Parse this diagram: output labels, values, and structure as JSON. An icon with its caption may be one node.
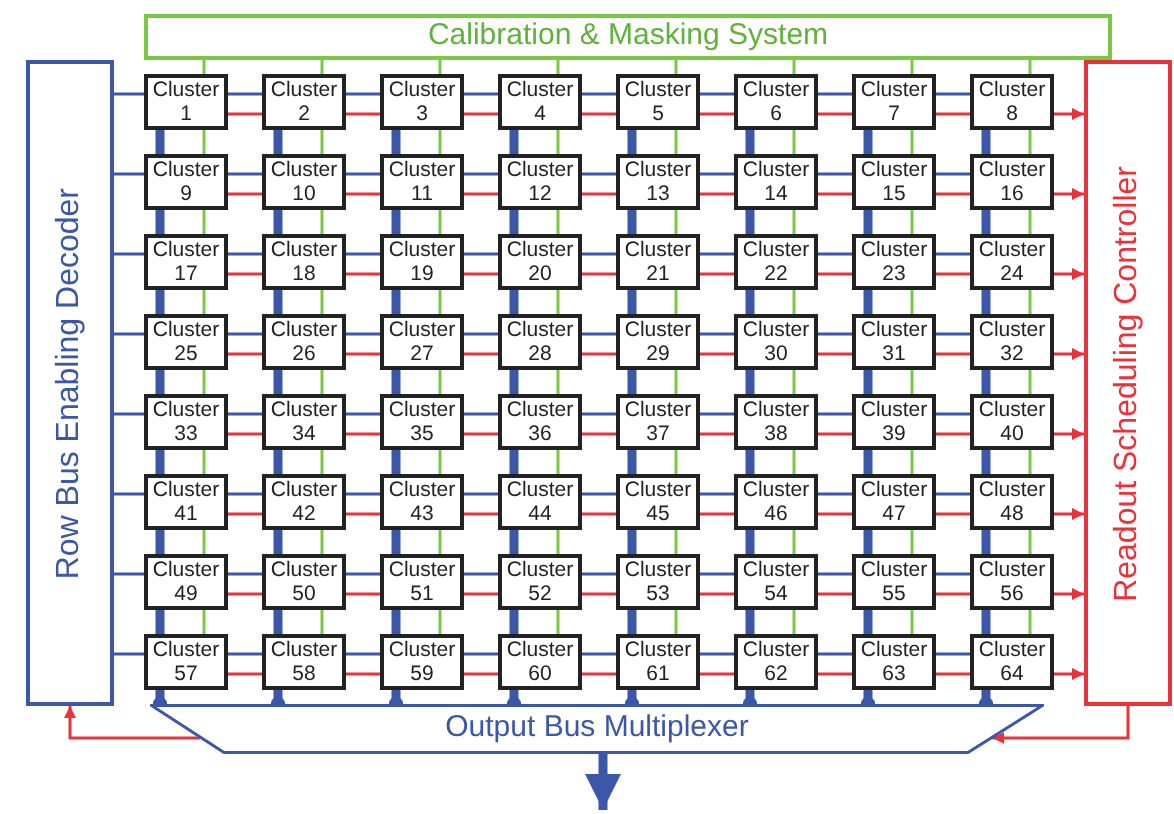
{
  "diagram": {
    "nodes": [
      {
        "text": [
          "Calibration & Masking System"
        ]
      },
      {
        "text": [
          "Row Bus Enabling Decoder"
        ]
      },
      {
        "text": [
          "Readout Scheduling Controller"
        ]
      },
      {
        "text": [
          "Output Bus Multiplexer"
        ]
      },
      {
        "text": [
          "Cluster 1"
        ]
      },
      {
        "text": [
          "Cluster 2"
        ]
      },
      {
        "text": [
          "Cluster 3"
        ]
      },
      {
        "text": [
          "Cluster 4"
        ]
      },
      {
        "text": [
          "Cluster 5"
        ]
      },
      {
        "text": [
          "Cluster 6"
        ]
      },
      {
        "text": [
          "Cluster 7"
        ]
      },
      {
        "text": [
          "Cluster 8"
        ]
      },
      {
        "text": [
          "Cluster 9"
        ]
      },
      {
        "text": [
          "Cluster 10"
        ]
      },
      {
        "text": [
          "Cluster 11"
        ]
      },
      {
        "text": [
          "Cluster 12"
        ]
      },
      {
        "text": [
          "Cluster 13"
        ]
      },
      {
        "text": [
          "Cluster 14"
        ]
      },
      {
        "text": [
          "Cluster 15"
        ]
      },
      {
        "text": [
          "Cluster 16"
        ]
      },
      {
        "text": [
          "Cluster 17"
        ]
      },
      {
        "text": [
          "Cluster 18"
        ]
      },
      {
        "text": [
          "Cluster 19"
        ]
      },
      {
        "text": [
          "Cluster 20"
        ]
      },
      {
        "text": [
          "Cluster 21"
        ]
      },
      {
        "text": [
          "Cluster 22"
        ]
      },
      {
        "text": [
          "Cluster 23"
        ]
      },
      {
        "text": [
          "Cluster 24"
        ]
      },
      {
        "text": [
          "Cluster 25"
        ]
      },
      {
        "text": [
          "Cluster 26"
        ]
      },
      {
        "text": [
          "Cluster 27"
        ]
      },
      {
        "text": [
          "Cluster 28"
        ]
      },
      {
        "text": [
          "Cluster 29"
        ]
      },
      {
        "text": [
          "Cluster 30"
        ]
      },
      {
        "text": [
          "Cluster 31"
        ]
      },
      {
        "text": [
          "Cluster 32"
        ]
      },
      {
        "text": [
          "Cluster 33"
        ]
      },
      {
        "text": [
          "Cluster 34"
        ]
      },
      {
        "text": [
          "Cluster 35"
        ]
      },
      {
        "text": [
          "Cluster 36"
        ]
      },
      {
        "text": [
          "Cluster 37"
        ]
      },
      {
        "text": [
          "Cluster 38"
        ]
      },
      {
        "text": [
          "Cluster 39"
        ]
      },
      {
        "text": [
          "Cluster 40"
        ]
      },
      {
        "text": [
          "Cluster 41"
        ]
      },
      {
        "text": [
          "Cluster 42"
        ]
      },
      {
        "text": [
          "Cluster 43"
        ]
      },
      {
        "text": [
          "Cluster 44"
        ]
      },
      {
        "text": [
          "Cluster 45"
        ]
      },
      {
        "text": [
          "Cluster 46"
        ]
      },
      {
        "text": [
          "Cluster 47"
        ]
      },
      {
        "text": [
          "Cluster 48"
        ]
      },
      {
        "text": [
          "Cluster 49"
        ]
      },
      {
        "text": [
          "Cluster 50"
        ]
      },
      {
        "text": [
          "Cluster 51"
        ]
      },
      {
        "text": [
          "Cluster 52"
        ]
      },
      {
        "text": [
          "Cluster 53"
        ]
      },
      {
        "text": [
          "Cluster 54"
        ]
      },
      {
        "text": [
          "Cluster 55"
        ]
      },
      {
        "text": [
          "Cluster 56"
        ]
      },
      {
        "text": [
          "Cluster 57"
        ]
      },
      {
        "text": [
          "Cluster 58"
        ]
      },
      {
        "text": [
          "Cluster 59"
        ]
      },
      {
        "text": [
          "Cluster 60"
        ]
      },
      {
        "text": [
          "Cluster 61"
        ]
      },
      {
        "text": [
          "Cluster 62"
        ]
      },
      {
        "text": [
          "Cluster 63"
        ]
      },
      {
        "text": [
          "Cluster 64"
        ]
      }
    ],
    "edges": [
      {
        "from": 1,
        "to": 4,
        "arrow": "none",
        "color": "#3a57a8"
      },
      {
        "from": 4,
        "to": 5,
        "arrow": "none",
        "color": "#3a57a8"
      },
      {
        "from": 5,
        "to": 6,
        "arrow": "none",
        "color": "#3a57a8"
      },
      {
        "from": 6,
        "to": 7,
        "arrow": "none",
        "color": "#3a57a8"
      },
      {
        "from": 7,
        "to": 8,
        "arrow": "none",
        "color": "#3a57a8"
      },
      {
        "from": 8,
        "to": 9,
        "arrow": "none",
        "color": "#3a57a8"
      },
      {
        "from": 9,
        "to": 10,
        "arrow": "none",
        "color": "#3a57a8"
      },
      {
        "from": 10,
        "to": 11,
        "arrow": "none",
        "color": "#3a57a8"
      },
      {
        "from": 4,
        "to": 5,
        "arrow": "none",
        "color": "#e8333b"
      },
      {
        "from": 5,
        "to": 6,
        "arrow": "none",
        "color": "#e8333b"
      },
      {
        "from": 6,
        "to": 7,
        "arrow": "none",
        "color": "#e8333b"
      },
      {
        "from": 7,
        "to": 8,
        "arrow": "none",
        "color": "#e8333b"
      },
      {
        "from": 8,
        "to": 9,
        "arrow": "none",
        "color": "#e8333b"
      },
      {
        "from": 9,
        "to": 10,
        "arrow": "none",
        "color": "#e8333b"
      },
      {
        "from": 10,
        "to": 11,
        "arrow": "none",
        "color": "#e8333b"
      },
      {
        "from": 11,
        "to": 2,
        "arrow": "to",
        "color": "#e8333b"
      },
      {
        "from": 1,
        "to": 12,
        "arrow": "none",
        "color": "#3a57a8"
      },
      {
        "from": 12,
        "to": 13,
        "arrow": "none",
        "color": "#3a57a8"
      },
      {
        "from": 13,
        "to": 14,
        "arrow": "none",
        "color": "#3a57a8"
      },
      {
        "from": 14,
        "to": 15,
        "arrow": "none",
        "color": "#3a57a8"
      },
      {
        "from": 15,
        "to": 16,
        "arrow": "none",
        "color": "#3a57a8"
      },
      {
        "from": 16,
        "to": 17,
        "arrow": "none",
        "color": "#3a57a8"
      },
      {
        "from": 17,
        "to": 18,
        "arrow": "none",
        "color": "#3a57a8"
      },
      {
        "from": 18,
        "to": 19,
        "arrow": "none",
        "color": "#3a57a8"
      },
      {
        "from": 12,
        "to": 13,
        "arrow": "none",
        "color": "#e8333b"
      },
      {
        "from": 13,
        "to": 14,
        "arrow": "none",
        "color": "#e8333b"
      },
      {
        "from": 14,
        "to": 15,
        "arrow": "none",
        "color": "#e8333b"
      },
      {
        "from": 15,
        "to": 16,
        "arrow": "none",
        "color": "#e8333b"
      },
      {
        "from": 16,
        "to": 17,
        "arrow": "none",
        "color": "#e8333b"
      },
      {
        "from": 17,
        "to": 18,
        "arrow": "none",
        "color": "#e8333b"
      },
      {
        "from": 18,
        "to": 19,
        "arrow": "none",
        "color": "#e8333b"
      },
      {
        "from": 19,
        "to": 2,
        "arrow": "to",
        "color": "#e8333b"
      },
      {
        "from": 1,
        "to": 20,
        "arrow": "none",
        "color": "#3a57a8"
      },
      {
        "from": 20,
        "to": 21,
        "arrow": "none",
        "color": "#3a57a8"
      },
      {
        "from": 21,
        "to": 22,
        "arrow": "none",
        "color": "#3a57a8"
      },
      {
        "from": 22,
        "to": 23,
        "arrow": "none",
        "color": "#3a57a8"
      },
      {
        "from": 23,
        "to": 24,
        "arrow": "none",
        "color": "#3a57a8"
      },
      {
        "from": 24,
        "to": 25,
        "arrow": "none",
        "color": "#3a57a8"
      },
      {
        "from": 25,
        "to": 26,
        "arrow": "none",
        "color": "#3a57a8"
      },
      {
        "from": 26,
        "to": 27,
        "arrow": "none",
        "color": "#3a57a8"
      },
      {
        "from": 20,
        "to": 21,
        "arrow": "none",
        "color": "#e8333b"
      },
      {
        "from": 21,
        "to": 22,
        "arrow": "none",
        "color": "#e8333b"
      },
      {
        "from": 22,
        "to": 23,
        "arrow": "none",
        "color": "#e8333b"
      },
      {
        "from": 23,
        "to": 24,
        "arrow": "none",
        "color": "#e8333b"
      },
      {
        "from": 24,
        "to": 25,
        "arrow": "none",
        "color": "#e8333b"
      },
      {
        "from": 25,
        "to": 26,
        "arrow": "none",
        "color": "#e8333b"
      },
      {
        "from": 26,
        "to": 27,
        "arrow": "none",
        "color": "#e8333b"
      },
      {
        "from": 27,
        "to": 2,
        "arrow": "to",
        "color": "#e8333b"
      },
      {
        "from": 1,
        "to": 28,
        "arrow": "none",
        "color": "#3a57a8"
      },
      {
        "from": 28,
        "to": 29,
        "arrow": "none",
        "color": "#3a57a8"
      },
      {
        "from": 29,
        "to": 30,
        "arrow": "none",
        "color": "#3a57a8"
      },
      {
        "from": 30,
        "to": 31,
        "arrow": "none",
        "color": "#3a57a8"
      },
      {
        "from": 31,
        "to": 32,
        "arrow": "none",
        "color": "#3a57a8"
      },
      {
        "from": 32,
        "to": 33,
        "arrow": "none",
        "color": "#3a57a8"
      },
      {
        "from": 33,
        "to": 34,
        "arrow": "none",
        "color": "#3a57a8"
      },
      {
        "from": 34,
        "to": 35,
        "arrow": "none",
        "color": "#3a57a8"
      },
      {
        "from": 28,
        "to": 29,
        "arrow": "none",
        "color": "#e8333b"
      },
      {
        "from": 29,
        "to": 30,
        "arrow": "none",
        "color": "#e8333b"
      },
      {
        "from": 30,
        "to": 31,
        "arrow": "none",
        "color": "#e8333b"
      },
      {
        "from": 31,
        "to": 32,
        "arrow": "none",
        "color": "#e8333b"
      },
      {
        "from": 32,
        "to": 33,
        "arrow": "none",
        "color": "#e8333b"
      },
      {
        "from": 33,
        "to": 34,
        "arrow": "none",
        "color": "#e8333b"
      },
      {
        "from": 34,
        "to": 35,
        "arrow": "none",
        "color": "#e8333b"
      },
      {
        "from": 35,
        "to": 2,
        "arrow": "to",
        "color": "#e8333b"
      },
      {
        "from": 1,
        "to": 36,
        "arrow": "none",
        "color": "#3a57a8"
      },
      {
        "from": 36,
        "to": 37,
        "arrow": "none",
        "color": "#3a57a8"
      },
      {
        "from": 37,
        "to": 38,
        "arrow": "none",
        "color": "#3a57a8"
      },
      {
        "from": 38,
        "to": 39,
        "arrow": "none",
        "color": "#3a57a8"
      },
      {
        "from": 39,
        "to": 40,
        "arrow": "none",
        "color": "#3a57a8"
      },
      {
        "from": 40,
        "to": 41,
        "arrow": "none",
        "color": "#3a57a8"
      },
      {
        "from": 41,
        "to": 42,
        "arrow": "none",
        "color": "#3a57a8"
      },
      {
        "from": 42,
        "to": 43,
        "arrow": "none",
        "color": "#3a57a8"
      },
      {
        "from": 36,
        "to": 37,
        "arrow": "none",
        "color": "#e8333b"
      },
      {
        "from": 37,
        "to": 38,
        "arrow": "none",
        "color": "#e8333b"
      },
      {
        "from": 38,
        "to": 39,
        "arrow": "none",
        "color": "#e8333b"
      },
      {
        "from": 39,
        "to": 40,
        "arrow": "none",
        "color": "#e8333b"
      },
      {
        "from": 40,
        "to": 41,
        "arrow": "none",
        "color": "#e8333b"
      },
      {
        "from": 41,
        "to": 42,
        "arrow": "none",
        "color": "#e8333b"
      },
      {
        "from": 42,
        "to": 43,
        "arrow": "none",
        "color": "#e8333b"
      },
      {
        "from": 43,
        "to": 2,
        "arrow": "to",
        "color": "#e8333b"
      },
      {
        "from": 1,
        "to": 44,
        "arrow": "none",
        "color": "#3a57a8"
      },
      {
        "from": 44,
        "to": 45,
        "arrow": "none",
        "color": "#3a57a8"
      },
      {
        "from": 45,
        "to": 46,
        "arrow": "none",
        "color": "#3a57a8"
      },
      {
        "from": 46,
        "to": 47,
        "arrow": "none",
        "color": "#3a57a8"
      },
      {
        "from": 47,
        "to": 48,
        "arrow": "none",
        "color": "#3a57a8"
      },
      {
        "from": 48,
        "to": 49,
        "arrow": "none",
        "color": "#3a57a8"
      },
      {
        "from": 49,
        "to": 50,
        "arrow": "none",
        "color": "#3a57a8"
      },
      {
        "from": 50,
        "to": 51,
        "arrow": "none",
        "color": "#3a57a8"
      },
      {
        "from": 44,
        "to": 45,
        "arrow": "none",
        "color": "#e8333b"
      },
      {
        "from": 45,
        "to": 46,
        "arrow": "none",
        "color": "#e8333b"
      },
      {
        "from": 46,
        "to": 47,
        "arrow": "none",
        "color": "#e8333b"
      },
      {
        "from": 47,
        "to": 48,
        "arrow": "none",
        "color": "#e8333b"
      },
      {
        "from": 48,
        "to": 49,
        "arrow": "none",
        "color": "#e8333b"
      },
      {
        "from": 49,
        "to": 50,
        "arrow": "none",
        "color": "#e8333b"
      },
      {
        "from": 50,
        "to": 51,
        "arrow": "none",
        "color": "#e8333b"
      },
      {
        "from": 51,
        "to": 2,
        "arrow": "to",
        "color": "#e8333b"
      },
      {
        "from": 1,
        "to": 52,
        "arrow": "none",
        "color": "#3a57a8"
      },
      {
        "from": 52,
        "to": 53,
        "arrow": "none",
        "color": "#3a57a8"
      },
      {
        "from": 53,
        "to": 54,
        "arrow": "none",
        "color": "#3a57a8"
      },
      {
        "from": 54,
        "to": 55,
        "arrow": "none",
        "color": "#3a57a8"
      },
      {
        "from": 55,
        "to": 56,
        "arrow": "none",
        "color": "#3a57a8"
      },
      {
        "from": 56,
        "to": 57,
        "arrow": "none",
        "color": "#3a57a8"
      },
      {
        "from": 57,
        "to": 58,
        "arrow": "none",
        "color": "#3a57a8"
      },
      {
        "from": 58,
        "to": 59,
        "arrow": "none",
        "color": "#3a57a8"
      },
      {
        "from": 52,
        "to": 53,
        "arrow": "none",
        "color": "#e8333b"
      },
      {
        "from": 53,
        "to": 54,
        "arrow": "none",
        "color": "#e8333b"
      },
      {
        "from": 54,
        "to": 55,
        "arrow": "none",
        "color": "#e8333b"
      },
      {
        "from": 55,
        "to": 56,
        "arrow": "none",
        "color": "#e8333b"
      },
      {
        "from": 56,
        "to": 57,
        "arrow": "none",
        "color": "#e8333b"
      },
      {
        "from": 57,
        "to": 58,
        "arrow": "none",
        "color": "#e8333b"
      },
      {
        "from": 58,
        "to": 59,
        "arrow": "none",
        "color": "#e8333b"
      },
      {
        "from": 59,
        "to": 2,
        "arrow": "to",
        "color": "#e8333b"
      },
      {
        "from": 1,
        "to": 60,
        "arrow": "none",
        "color": "#3a57a8"
      },
      {
        "from": 60,
        "to": 61,
        "arrow": "none",
        "color": "#3a57a8"
      },
      {
        "from": 61,
        "to": 62,
        "arrow": "none",
        "color": "#3a57a8"
      },
      {
        "from": 62,
        "to": 63,
        "arrow": "none",
        "color": "#3a57a8"
      },
      {
        "from": 63,
        "to": 64,
        "arrow": "none",
        "color": "#3a57a8"
      },
      {
        "from": 64,
        "to": 65,
        "arrow": "none",
        "color": "#3a57a8"
      },
      {
        "from": 65,
        "to": 66,
        "arrow": "none",
        "color": "#3a57a8"
      },
      {
        "from": 66,
        "to": 67,
        "arrow": "none",
        "color": "#3a57a8"
      },
      {
        "from": 60,
        "to": 61,
        "arrow": "none",
        "color": "#e8333b"
      },
      {
        "from": 61,
        "to": 62,
        "arrow": "none",
        "color": "#e8333b"
      },
      {
        "from": 62,
        "to": 63,
        "arrow": "none",
        "color": "#e8333b"
      },
      {
        "from": 63,
        "to": 64,
        "arrow": "none",
        "color": "#e8333b"
      },
      {
        "from": 64,
        "to": 65,
        "arrow": "none",
        "color": "#e8333b"
      },
      {
        "from": 65,
        "to": 66,
        "arrow": "none",
        "color": "#e8333b"
      },
      {
        "from": 66,
        "to": 67,
        "arrow": "none",
        "color": "#e8333b"
      },
      {
        "from": 67,
        "to": 2,
        "arrow": "to",
        "color": "#e8333b"
      },
      {
        "from": 0,
        "to": 4,
        "arrow": "none",
        "color": "#7ac943"
      },
      {
        "from": 4,
        "to": 12,
        "arrow": "none",
        "color": "#7ac943"
      },
      {
        "from": 12,
        "to": 20,
        "arrow": "none",
        "color": "#7ac943"
      },
      {
        "from": 20,
        "to": 28,
        "arrow": "none",
        "color": "#7ac943"
      },
      {
        "from": 28,
        "to": 36,
        "arrow": "none",
        "color": "#7ac943"
      },
      {
        "from": 36,
        "to": 44,
        "arrow": "none",
        "color": "#7ac943"
      },
      {
        "from": 44,
        "to": 52,
        "arrow": "none",
        "color": "#7ac943"
      },
      {
        "from": 52,
        "to": 60,
        "arrow": "none",
        "color": "#7ac943"
      },
      {
        "from": 4,
        "to": 12,
        "arrow": "none",
        "style": "thick",
        "color": "#3a57a8"
      },
      {
        "from": 12,
        "to": 20,
        "arrow": "none",
        "style": "thick",
        "color": "#3a57a8"
      },
      {
        "from": 20,
        "to": 28,
        "arrow": "none",
        "style": "thick",
        "color": "#3a57a8"
      },
      {
        "from": 28,
        "to": 36,
        "arrow": "none",
        "style": "thick",
        "color": "#3a57a8"
      },
      {
        "from": 36,
        "to": 44,
        "arrow": "none",
        "style": "thick",
        "color": "#3a57a8"
      },
      {
        "from": 44,
        "to": 52,
        "arrow": "none",
        "style": "thick",
        "color": "#3a57a8"
      },
      {
        "from": 52,
        "to": 60,
        "arrow": "none",
        "style": "thick",
        "color": "#3a57a8"
      },
      {
        "from": 60,
        "to": 3,
        "arrow": "other",
        "style": "thick",
        "color": "#3a57a8"
      },
      {
        "from": 0,
        "to": 5,
        "arrow": "none",
        "color": "#7ac943"
      },
      {
        "from": 5,
        "to": 13,
        "arrow": "none",
        "color": "#7ac943"
      },
      {
        "from": 13,
        "to": 21,
        "arrow": "none",
        "color": "#7ac943"
      },
      {
        "from": 21,
        "to": 29,
        "arrow": "none",
        "color": "#7ac943"
      },
      {
        "from": 29,
        "to": 37,
        "arrow": "none",
        "color": "#7ac943"
      },
      {
        "from": 37,
        "to": 45,
        "arrow": "none",
        "color": "#7ac943"
      },
      {
        "from": 45,
        "to": 53,
        "arrow": "none",
        "color": "#7ac943"
      },
      {
        "from": 53,
        "to": 61,
        "arrow": "none",
        "color": "#7ac943"
      },
      {
        "from": 5,
        "to": 13,
        "arrow": "none",
        "style": "thick",
        "color": "#3a57a8"
      },
      {
        "from": 13,
        "to": 21,
        "arrow": "none",
        "style": "thick",
        "color": "#3a57a8"
      },
      {
        "from": 21,
        "to": 29,
        "arrow": "none",
        "style": "thick",
        "color": "#3a57a8"
      },
      {
        "from": 29,
        "to": 37,
        "arrow": "none",
        "style": "thick",
        "color": "#3a57a8"
      },
      {
        "from": 37,
        "to": 45,
        "arrow": "none",
        "style": "thick",
        "color": "#3a57a8"
      },
      {
        "from": 45,
        "to": 53,
        "arrow": "none",
        "style": "thick",
        "color": "#3a57a8"
      },
      {
        "from": 53,
        "to": 61,
        "arrow": "none",
        "style": "thick",
        "color": "#3a57a8"
      },
      {
        "from": 61,
        "to": 3,
        "arrow": "other",
        "style": "thick",
        "color": "#3a57a8"
      },
      {
        "from": 0,
        "to": 6,
        "arrow": "none",
        "color": "#7ac943"
      },
      {
        "from": 6,
        "to": 14,
        "arrow": "none",
        "color": "#7ac943"
      },
      {
        "from": 14,
        "to": 22,
        "arrow": "none",
        "color": "#7ac943"
      },
      {
        "from": 22,
        "to": 30,
        "arrow": "none",
        "color": "#7ac943"
      },
      {
        "from": 30,
        "to": 38,
        "arrow": "none",
        "color": "#7ac943"
      },
      {
        "from": 38,
        "to": 46,
        "arrow": "none",
        "color": "#7ac943"
      },
      {
        "from": 46,
        "to": 54,
        "arrow": "none",
        "color": "#7ac943"
      },
      {
        "from": 54,
        "to": 62,
        "arrow": "none",
        "color": "#7ac943"
      },
      {
        "from": 6,
        "to": 14,
        "arrow": "none",
        "style": "thick",
        "color": "#3a57a8"
      },
      {
        "from": 14,
        "to": 22,
        "arrow": "none",
        "style": "thick",
        "color": "#3a57a8"
      },
      {
        "from": 22,
        "to": 30,
        "arrow": "none",
        "style": "thick",
        "color": "#3a57a8"
      },
      {
        "from": 30,
        "to": 38,
        "arrow": "none",
        "style": "thick",
        "color": "#3a57a8"
      },
      {
        "from": 38,
        "to": 46,
        "arrow": "none",
        "style": "thick",
        "color": "#3a57a8"
      },
      {
        "from": 46,
        "to": 54,
        "arrow": "none",
        "style": "thick",
        "color": "#3a57a8"
      },
      {
        "from": 54,
        "to": 62,
        "arrow": "none",
        "style": "thick",
        "color": "#3a57a8"
      },
      {
        "from": 62,
        "to": 3,
        "arrow": "other",
        "style": "thick",
        "color": "#3a57a8"
      },
      {
        "from": 0,
        "to": 7,
        "arrow": "none",
        "color": "#7ac943"
      },
      {
        "from": 7,
        "to": 15,
        "arrow": "none",
        "color": "#7ac943"
      },
      {
        "from": 15,
        "to": 23,
        "arrow": "none",
        "color": "#7ac943"
      },
      {
        "from": 23,
        "to": 31,
        "arrow": "none",
        "color": "#7ac943"
      },
      {
        "from": 31,
        "to": 39,
        "arrow": "none",
        "color": "#7ac943"
      },
      {
        "from": 39,
        "to": 47,
        "arrow": "none",
        "color": "#7ac943"
      },
      {
        "from": 47,
        "to": 55,
        "arrow": "none",
        "color": "#7ac943"
      },
      {
        "from": 55,
        "to": 63,
        "arrow": "none",
        "color": "#7ac943"
      },
      {
        "from": 7,
        "to": 15,
        "arrow": "none",
        "style": "thick",
        "color": "#3a57a8"
      },
      {
        "from": 15,
        "to": 23,
        "arrow": "none",
        "style": "thick",
        "color": "#3a57a8"
      },
      {
        "from": 23,
        "to": 31,
        "arrow": "none",
        "style": "thick",
        "color": "#3a57a8"
      },
      {
        "from": 31,
        "to": 39,
        "arrow": "none",
        "style": "thick",
        "color": "#3a57a8"
      },
      {
        "from": 39,
        "to": 47,
        "arrow": "none",
        "style": "thick",
        "color": "#3a57a8"
      },
      {
        "from": 47,
        "to": 55,
        "arrow": "none",
        "style": "thick",
        "color": "#3a57a8"
      },
      {
        "from": 55,
        "to": 63,
        "arrow": "none",
        "style": "thick",
        "color": "#3a57a8"
      },
      {
        "from": 63,
        "to": 3,
        "arrow": "other",
        "style": "thick",
        "color": "#3a57a8"
      },
      {
        "from": 0,
        "to": 8,
        "arrow": "none",
        "color": "#7ac943"
      },
      {
        "from": 8,
        "to": 16,
        "arrow": "none",
        "color": "#7ac943"
      },
      {
        "from": 16,
        "to": 24,
        "arrow": "none",
        "color": "#7ac943"
      },
      {
        "from": 24,
        "to": 32,
        "arrow": "none",
        "color": "#7ac943"
      },
      {
        "from": 32,
        "to": 40,
        "arrow": "none",
        "color": "#7ac943"
      },
      {
        "from": 40,
        "to": 48,
        "arrow": "none",
        "color": "#7ac943"
      },
      {
        "from": 48,
        "to": 56,
        "arrow": "none",
        "color": "#7ac943"
      },
      {
        "from": 56,
        "to": 64,
        "arrow": "none",
        "color": "#7ac943"
      },
      {
        "from": 8,
        "to": 16,
        "arrow": "none",
        "style": "thick",
        "color": "#3a57a8"
      },
      {
        "from": 16,
        "to": 24,
        "arrow": "none",
        "style": "thick",
        "color": "#3a57a8"
      },
      {
        "from": 24,
        "to": 32,
        "arrow": "none",
        "style": "thick",
        "color": "#3a57a8"
      },
      {
        "from": 32,
        "to": 40,
        "arrow": "none",
        "style": "thick",
        "color": "#3a57a8"
      },
      {
        "from": 40,
        "to": 48,
        "arrow": "none",
        "style": "thick",
        "color": "#3a57a8"
      },
      {
        "from": 48,
        "to": 56,
        "arrow": "none",
        "style": "thick",
        "color": "#3a57a8"
      },
      {
        "from": 56,
        "to": 64,
        "arrow": "none",
        "style": "thick",
        "color": "#3a57a8"
      },
      {
        "from": 64,
        "to": 3,
        "arrow": "other",
        "style": "thick",
        "color": "#3a57a8"
      },
      {
        "from": 0,
        "to": 9,
        "arrow": "none",
        "color": "#7ac943"
      },
      {
        "from": 9,
        "to": 17,
        "arrow": "none",
        "color": "#7ac943"
      },
      {
        "from": 17,
        "to": 25,
        "arrow": "none",
        "color": "#7ac943"
      },
      {
        "from": 25,
        "to": 33,
        "arrow": "none",
        "color": "#7ac943"
      },
      {
        "from": 33,
        "to": 41,
        "arrow": "none",
        "color": "#7ac943"
      },
      {
        "from": 41,
        "to": 49,
        "arrow": "none",
        "color": "#7ac943"
      },
      {
        "from": 49,
        "to": 57,
        "arrow": "none",
        "color": "#7ac943"
      },
      {
        "from": 57,
        "to": 65,
        "arrow": "none",
        "color": "#7ac943"
      },
      {
        "from": 9,
        "to": 17,
        "arrow": "none",
        "style": "thick",
        "color": "#3a57a8"
      },
      {
        "from": 17,
        "to": 25,
        "arrow": "none",
        "style": "thick",
        "color": "#3a57a8"
      },
      {
        "from": 25,
        "to": 33,
        "arrow": "none",
        "style": "thick",
        "color": "#3a57a8"
      },
      {
        "from": 33,
        "to": 41,
        "arrow": "none",
        "style": "thick",
        "color": "#3a57a8"
      },
      {
        "from": 41,
        "to": 49,
        "arrow": "none",
        "style": "thick",
        "color": "#3a57a8"
      },
      {
        "from": 49,
        "to": 57,
        "arrow": "none",
        "style": "thick",
        "color": "#3a57a8"
      },
      {
        "from": 57,
        "to": 65,
        "arrow": "none",
        "style": "thick",
        "color": "#3a57a8"
      },
      {
        "from": 65,
        "to": 3,
        "arrow": "other",
        "style": "thick",
        "color": "#3a57a8"
      },
      {
        "from": 0,
        "to": 10,
        "arrow": "none",
        "color": "#7ac943"
      },
      {
        "from": 10,
        "to": 18,
        "arrow": "none",
        "color": "#7ac943"
      },
      {
        "from": 18,
        "to": 26,
        "arrow": "none",
        "color": "#7ac943"
      },
      {
        "from": 26,
        "to": 34,
        "arrow": "none",
        "color": "#7ac943"
      },
      {
        "from": 34,
        "to": 42,
        "arrow": "none",
        "color": "#7ac943"
      },
      {
        "from": 42,
        "to": 50,
        "arrow": "none",
        "color": "#7ac943"
      },
      {
        "from": 50,
        "to": 58,
        "arrow": "none",
        "color": "#7ac943"
      },
      {
        "from": 58,
        "to": 66,
        "arrow": "none",
        "color": "#7ac943"
      },
      {
        "from": 10,
        "to": 18,
        "arrow": "none",
        "style": "thick",
        "color": "#3a57a8"
      },
      {
        "from": 18,
        "to": 26,
        "arrow": "none",
        "style": "thick",
        "color": "#3a57a8"
      },
      {
        "from": 26,
        "to": 34,
        "arrow": "none",
        "style": "thick",
        "color": "#3a57a8"
      },
      {
        "from": 34,
        "to": 42,
        "arrow": "none",
        "style": "thick",
        "color": "#3a57a8"
      },
      {
        "from": 42,
        "to": 50,
        "arrow": "none",
        "style": "thick",
        "color": "#3a57a8"
      },
      {
        "from": 50,
        "to": 58,
        "arrow": "none",
        "style": "thick",
        "color": "#3a57a8"
      },
      {
        "from": 58,
        "to": 66,
        "arrow": "none",
        "style": "thick",
        "color": "#3a57a8"
      },
      {
        "from": 66,
        "to": 3,
        "arrow": "other",
        "style": "thick",
        "color": "#3a57a8"
      },
      {
        "from": 0,
        "to": 11,
        "arrow": "none",
        "color": "#7ac943"
      },
      {
        "from": 11,
        "to": 19,
        "arrow": "none",
        "color": "#7ac943"
      },
      {
        "from": 19,
        "to": 27,
        "arrow": "none",
        "color": "#7ac943"
      },
      {
        "from": 27,
        "to": 35,
        "arrow": "none",
        "color": "#7ac943"
      },
      {
        "from": 35,
        "to": 43,
        "arrow": "none",
        "color": "#7ac943"
      },
      {
        "from": 43,
        "to": 51,
        "arrow": "none",
        "color": "#7ac943"
      },
      {
        "from": 51,
        "to": 59,
        "arrow": "none",
        "color": "#7ac943"
      },
      {
        "from": 59,
        "to": 67,
        "arrow": "none",
        "color": "#7ac943"
      },
      {
        "from": 11,
        "to": 19,
        "arrow": "none",
        "style": "thick",
        "color": "#3a57a8"
      },
      {
        "from": 19,
        "to": 27,
        "arrow": "none",
        "style": "thick",
        "color": "#3a57a8"
      },
      {
        "from": 27,
        "to": 35,
        "arrow": "none",
        "style": "thick",
        "color": "#3a57a8"
      },
      {
        "from": 35,
        "to": 43,
        "arrow": "none",
        "style": "thick",
        "color": "#3a57a8"
      },
      {
        "from": 43,
        "to": 51,
        "arrow": "none",
        "style": "thick",
        "color": "#3a57a8"
      },
      {
        "from": 51,
        "to": 59,
        "arrow": "none",
        "style": "thick",
        "color": "#3a57a8"
      },
      {
        "from": 59,
        "to": 67,
        "arrow": "none",
        "style": "thick",
        "color": "#3a57a8"
      },
      {
        "from": 67,
        "to": 3,
        "arrow": "other",
        "style": "thick",
        "color": "#3a57a8"
      },
      {
        "from": 2,
        "to": 3,
        "arrow": "to",
        "color": "#e8333b"
      },
      {
        "from": 3,
        "to": 1,
        "arrow": "to",
        "color": "#e8333b"
      },
      {
        "from": 3,
        "to": null,
        "arrow": "to",
        "style": "thick",
        "color": "#3a57a8"
      }
    ]
  }
}
